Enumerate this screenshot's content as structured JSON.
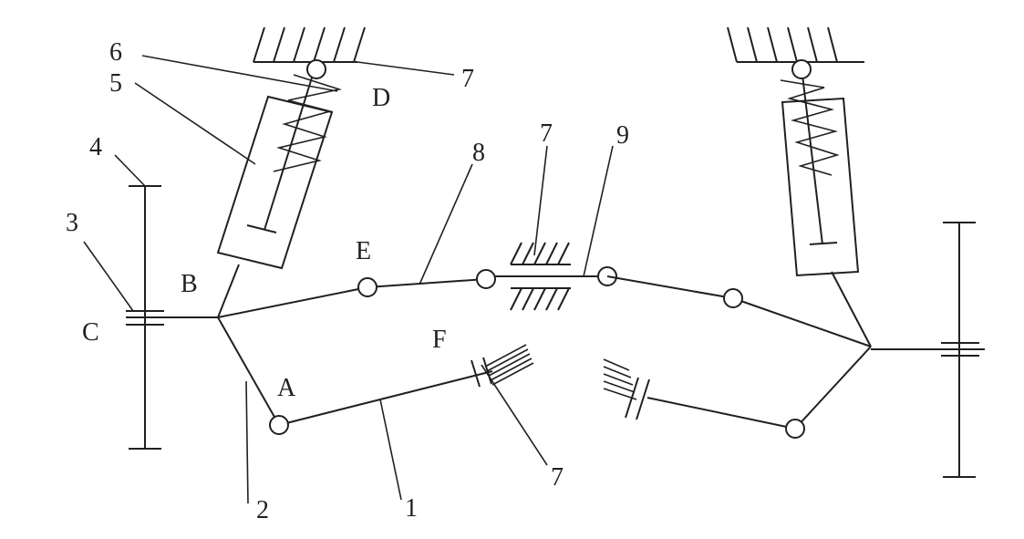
{
  "diagram": {
    "labels": {
      "A": "A",
      "B": "B",
      "C": "C",
      "D": "D",
      "E": "E",
      "F": "F"
    },
    "callouts": {
      "n1": "1",
      "n2": "2",
      "n3": "3",
      "n4": "4",
      "n5": "5",
      "n6": "6",
      "n7_top": "7",
      "n7_mid": "7",
      "n7_bottom": "7",
      "n8": "8",
      "n9": "9"
    }
  }
}
